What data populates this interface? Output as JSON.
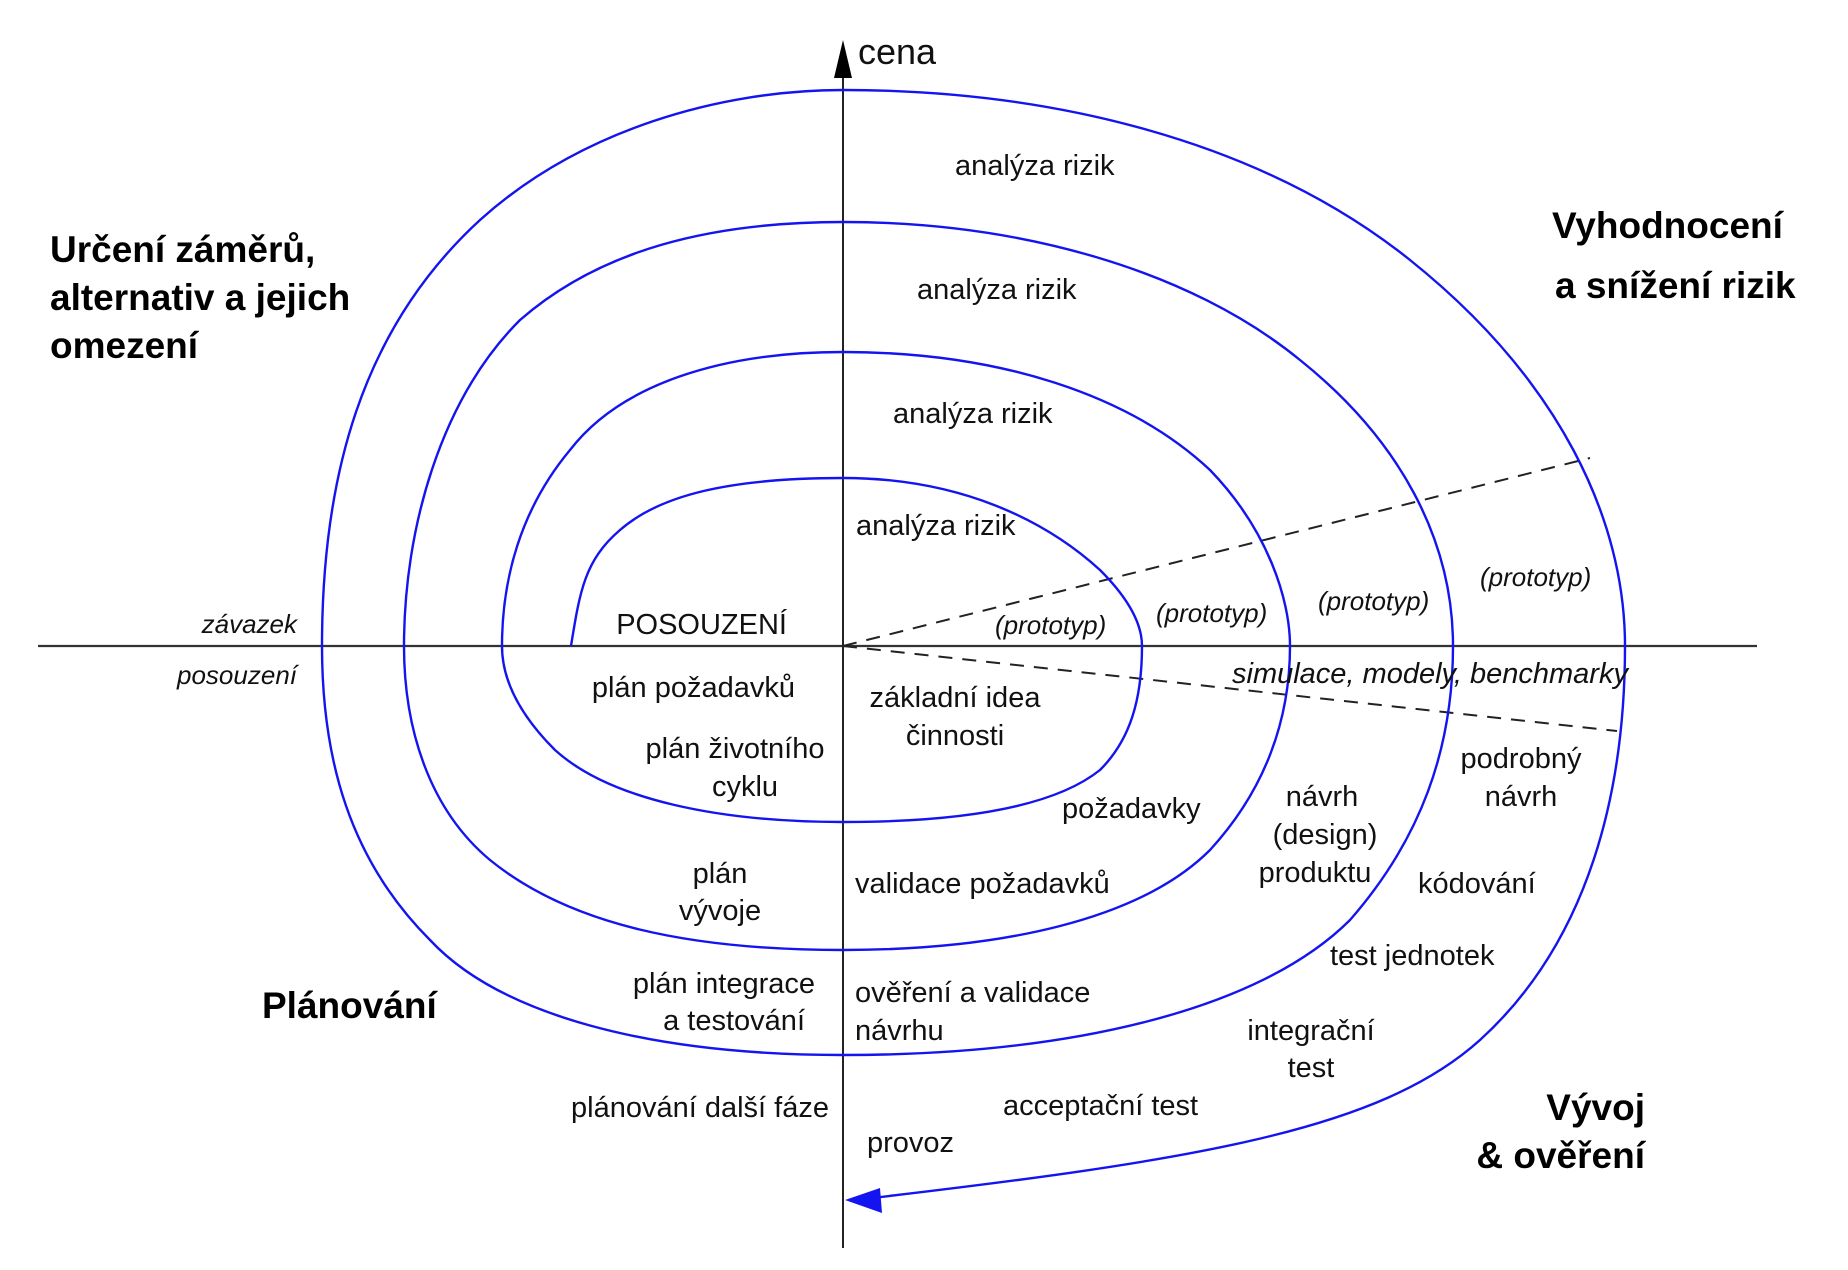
{
  "colors": {
    "spiral": "#1414f0",
    "axis": "#333333",
    "dash": "#222222",
    "text": "#111111"
  },
  "axis": {
    "vertical_label": "cena"
  },
  "quadrant_titles": {
    "top_left": [
      "Určení záměrů,",
      "alternativ a jejich",
      "omezení"
    ],
    "top_right": [
      "Vyhodnocení",
      "a snížení rizik"
    ],
    "bottom_left": [
      "Plánování"
    ],
    "bottom_right": [
      "Vývoj",
      "& ověření"
    ]
  },
  "horizontal_axis_labels": {
    "above": "závazek",
    "below": "posouzení"
  },
  "center_labels": {
    "review": "POSOUZENÍ"
  },
  "risk_analysis": [
    "analýza rizik",
    "analýza rizik",
    "analýza rizik",
    "analýza rizik"
  ],
  "prototypes": [
    "(prototyp)",
    "(prototyp)",
    "(prototyp)",
    "(prototyp)"
  ],
  "simulation": "simulace, modely, benchmarky",
  "planning_steps": {
    "requirements_plan": "plán požadavků",
    "lifecycle_plan": [
      "plán životního",
      "cyklu"
    ],
    "development_plan": [
      "plán",
      "vývoje"
    ],
    "integration_plan": [
      "plán integrace",
      "a testování"
    ],
    "next_phase": "plánování další fáze"
  },
  "development_steps": {
    "concept": [
      "základní idea",
      "činnosti"
    ],
    "requirements": "požadavky",
    "requirements_validation": "validace požadavků",
    "product_design": [
      "návrh",
      "(design)",
      "produktu"
    ],
    "design_verification": [
      "ověření a validace",
      "návrhu"
    ],
    "detailed_design": [
      "podrobný",
      "návrh"
    ],
    "coding": "kódování",
    "unit_test": "test jednotek",
    "integration_test": [
      "integrační",
      "test"
    ],
    "acceptance_test": "acceptační test",
    "operation": "provoz"
  }
}
